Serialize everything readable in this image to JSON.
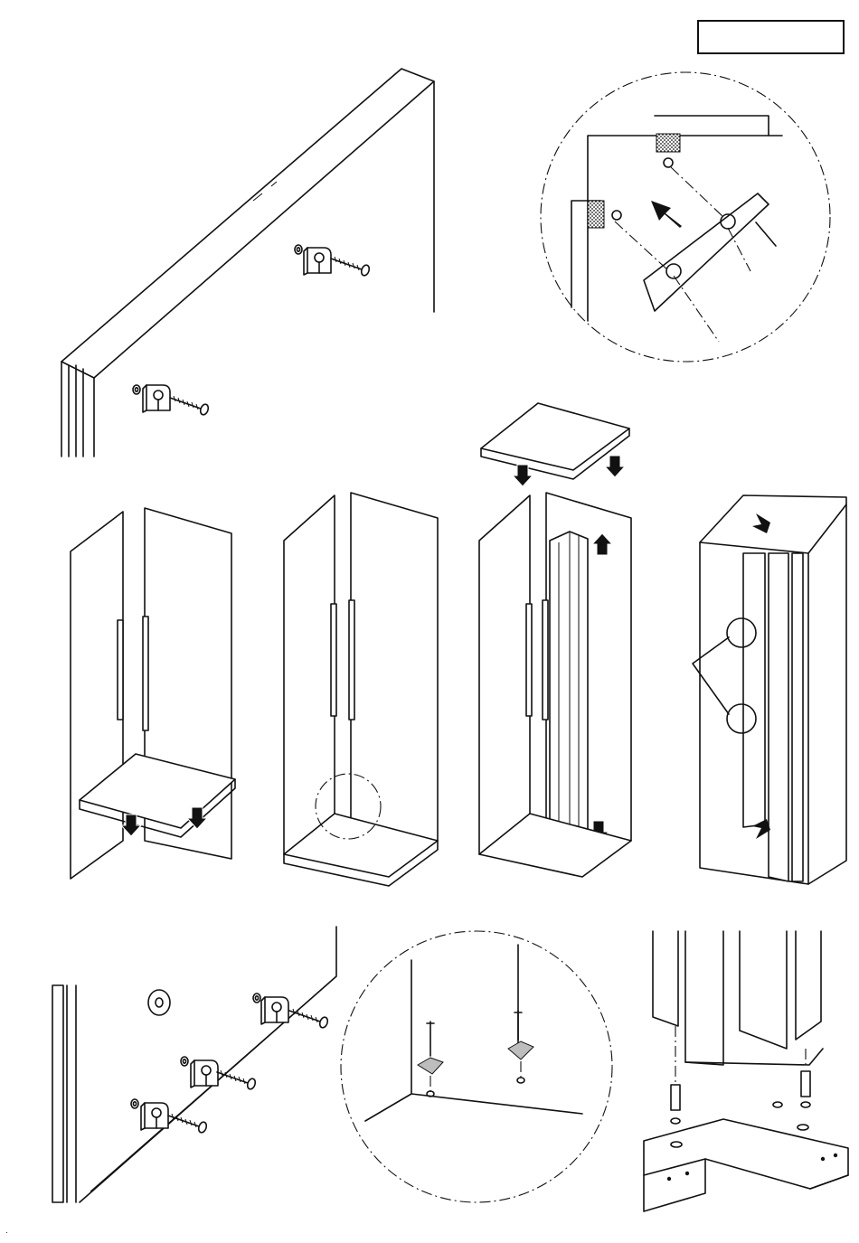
{
  "page": {
    "page_number_box": "",
    "stray_mark": "."
  },
  "colors": {
    "ink": "#111111",
    "paper": "#ffffff",
    "hatch": "#bdbdbd"
  },
  "steps": [
    {
      "id": "wall-bracket-detail",
      "icons": [
        "wall-bracket-icon",
        "screw-icon",
        "washer-icon"
      ]
    },
    {
      "id": "top-corner-detail",
      "icons": [
        "corner-plate-icon",
        "push-arrow-icon",
        "screw-icon"
      ]
    },
    {
      "id": "cabinet-assembly-sequence",
      "icons": [
        "down-arrow-icon",
        "up-arrow-icon",
        "detail-circle-icon"
      ]
    },
    {
      "id": "bottom-bracket-detail",
      "icons": [
        "wall-bracket-icon",
        "washer-icon",
        "screw-icon"
      ]
    },
    {
      "id": "floor-corner-detail",
      "icons": [
        "corner-bracket-icon",
        "screw-icon"
      ]
    },
    {
      "id": "leveling-foot-detail",
      "icons": [
        "leveling-foot-icon",
        "washer-icon"
      ]
    }
  ]
}
